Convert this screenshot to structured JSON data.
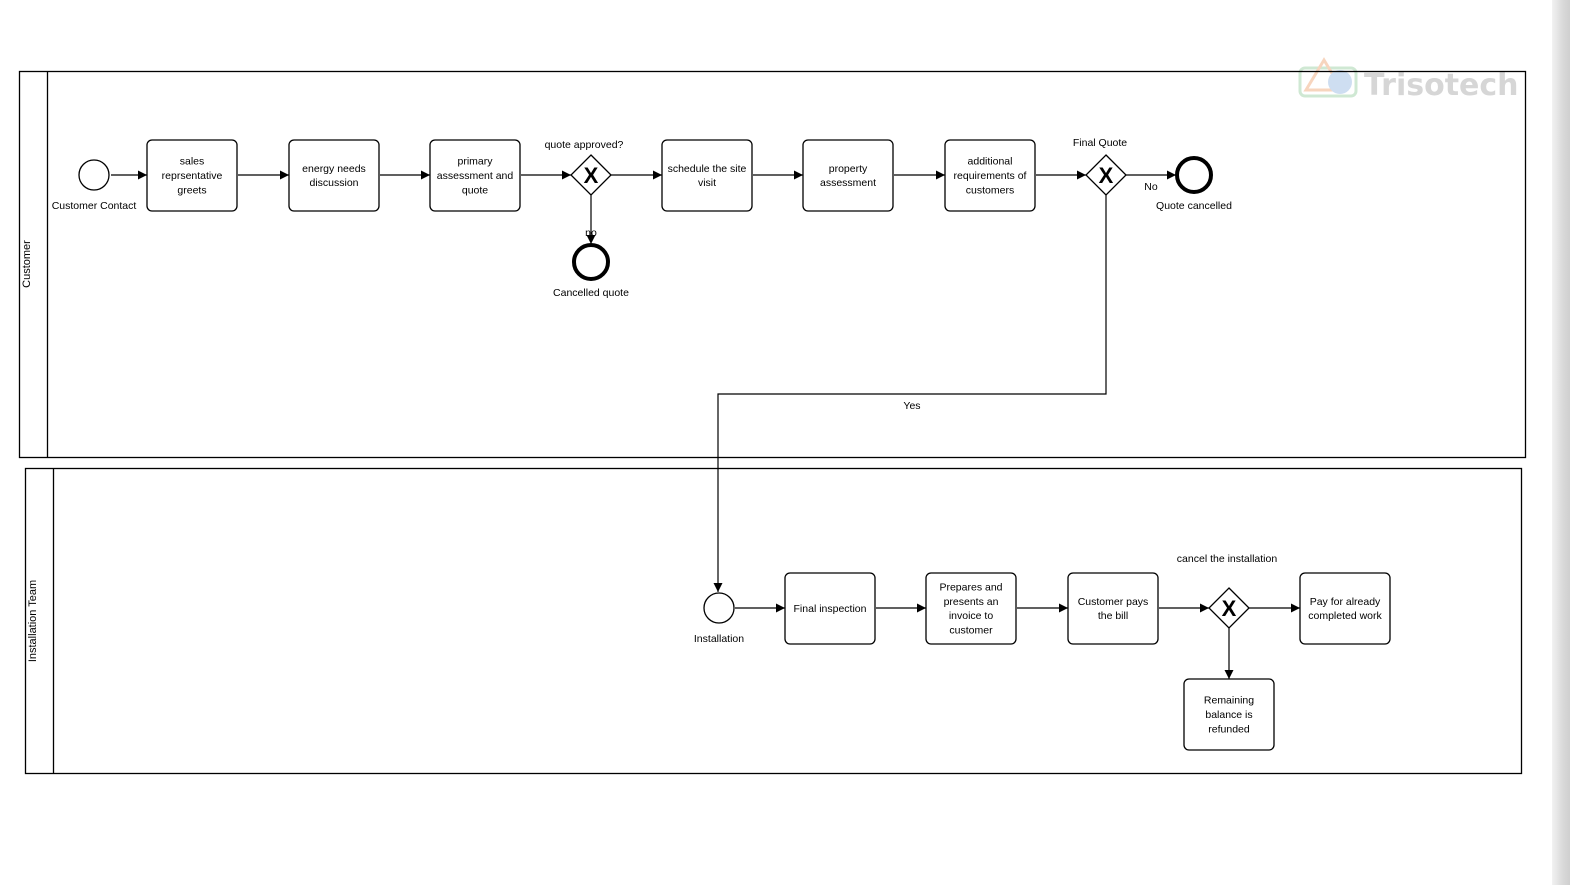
{
  "diagram": {
    "watermark": "Trisotech",
    "lanes": [
      {
        "id": "customer",
        "label": "Customer"
      },
      {
        "id": "installation",
        "label": "Installation Team"
      }
    ],
    "events": {
      "customer_contact": "Customer Contact",
      "cancelled_quote": "Cancelled quote",
      "quote_cancelled": "Quote cancelled",
      "installation": "Installation"
    },
    "tasks": {
      "sales_greets": [
        "sales",
        "reprsentative",
        "greets"
      ],
      "energy_needs": [
        "energy needs",
        "discussion"
      ],
      "primary_assessment": [
        "primary",
        "assessment and",
        "quote"
      ],
      "schedule_visit": [
        "schedule the site",
        "visit"
      ],
      "property_assessment": [
        "property",
        "assessment"
      ],
      "additional_requirements": [
        "additional",
        "requirements of",
        "customers"
      ],
      "final_inspection": [
        "Final inspection"
      ],
      "prepares_invoice": [
        "Prepares and",
        "presents an",
        "invoice to",
        "customer"
      ],
      "customer_pays": [
        "Customer pays",
        "the bill"
      ],
      "pay_completed": [
        "Pay for already",
        "completed work"
      ],
      "balance_refunded": [
        "Remaining",
        "balance is",
        "refunded"
      ]
    },
    "gateways": {
      "quote_approved": "quote approved?",
      "final_quote": "Final Quote",
      "cancel_installation": "cancel the installation"
    },
    "flow_labels": {
      "no_lower": "no",
      "no_upper": "No",
      "yes": "Yes"
    },
    "gateway_marker": "X"
  }
}
